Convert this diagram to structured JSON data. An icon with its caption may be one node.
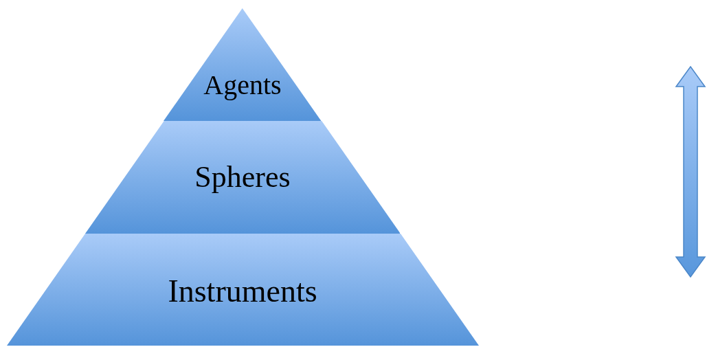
{
  "diagram": {
    "nodes": [
      {
        "text": [
          "Agents"
        ]
      },
      {
        "text": [
          "Spheres"
        ]
      },
      {
        "text": [
          "Instruments"
        ]
      }
    ]
  }
}
